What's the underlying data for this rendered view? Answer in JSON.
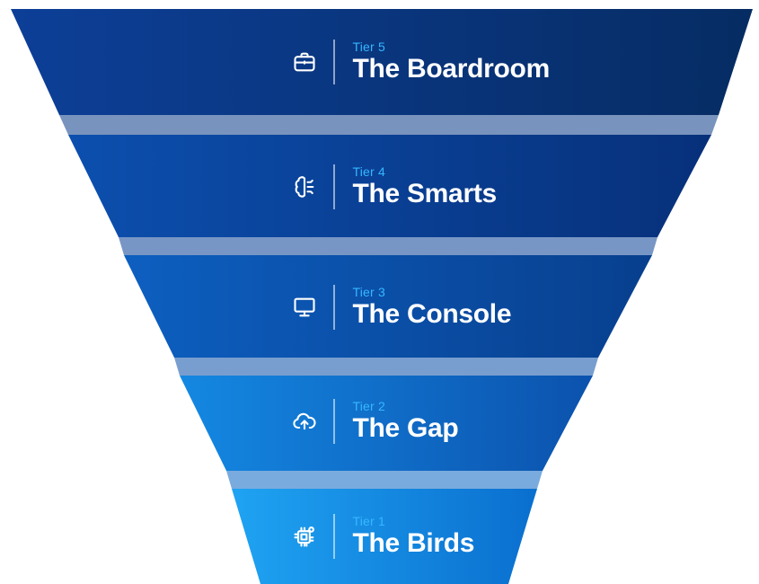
{
  "tiers": [
    {
      "tier": "Tier 5",
      "name": "The Boardroom",
      "icon": "briefcase-icon",
      "color_left": "#0d3f98",
      "color_right": "#062c63"
    },
    {
      "tier": "Tier 4",
      "name": "The Smarts",
      "icon": "brain-icon",
      "color_left": "#0c4fae",
      "color_right": "#07307a"
    },
    {
      "tier": "Tier 3",
      "name": "The Console",
      "icon": "monitor-icon",
      "color_left": "#0d5fc0",
      "color_right": "#083f8e"
    },
    {
      "tier": "Tier 2",
      "name": "The Gap",
      "icon": "cloud-upload-icon",
      "color_left": "#1488e2",
      "color_right": "#0b52ad"
    },
    {
      "tier": "Tier 1",
      "name": "The Birds",
      "icon": "chip-icon",
      "color_left": "#1fa3f2",
      "color_right": "#0a6fcf"
    }
  ]
}
